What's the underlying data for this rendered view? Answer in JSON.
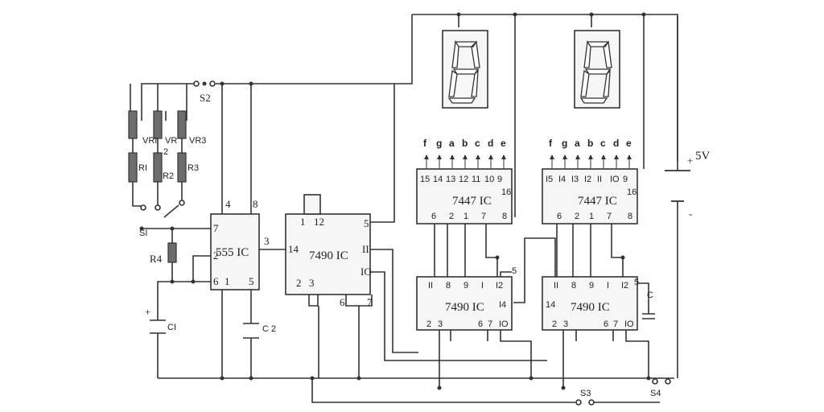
{
  "components": {
    "vr1": "VRI",
    "vr2a": "VR",
    "vr2b": "2",
    "vr3": "VR3",
    "r1": "RI",
    "r2": "R2",
    "r3": "R3",
    "r4": "R4",
    "s1": "SI",
    "s2": "S2",
    "s3": "S3",
    "s4": "S4",
    "c1": "CI",
    "c2": "C 2",
    "c3": "C",
    "c1_plus": "+",
    "supply": "5V",
    "supply_plus": "+",
    "supply_minus": "-"
  },
  "ic_555": {
    "label": "555 IC",
    "pin4": "4",
    "pin8": "8",
    "pin7": "7",
    "pin2": "2",
    "pin6": "6",
    "pin1": "1",
    "pin5": "5",
    "pin3": "3"
  },
  "ic_7490_main": {
    "label": "7490 IC",
    "pin14": "14",
    "pin1": "1",
    "pin12": "12",
    "pin5": "5",
    "pin11": "II",
    "pin10": "IO",
    "pin2": "2",
    "pin3": "3",
    "pin6": "6",
    "pin7": "7"
  },
  "decoder_left": {
    "label": "7447 IC",
    "outputs": [
      "f",
      "g",
      "a",
      "b",
      "c",
      "d",
      "e"
    ],
    "top_pins": [
      "15",
      "14",
      "13",
      "12",
      "11",
      "10",
      "9"
    ],
    "pin16": "16",
    "bottom_pins": [
      "6",
      "2",
      "1",
      "7",
      "8"
    ]
  },
  "decoder_right": {
    "label": "7447 IC",
    "outputs": [
      "f",
      "g",
      "a",
      "b",
      "c",
      "d",
      "e"
    ],
    "top_pins": [
      "I5",
      "I4",
      "I3",
      "I2",
      "II",
      "IO",
      "9"
    ],
    "pin16": "16",
    "bottom_pins": [
      "6",
      "2",
      "1",
      "7",
      "8"
    ]
  },
  "counter_left": {
    "label": "7490 IC",
    "top_pins": [
      "II",
      "8",
      "9",
      "I",
      "I2"
    ],
    "pin14": "I4",
    "pin5": "5",
    "bottom_pins": [
      "2",
      "3",
      "6",
      "7",
      "IO"
    ]
  },
  "counter_right": {
    "label": "7490 IC",
    "top_pins": [
      "II",
      "8",
      "9",
      "I",
      "I2"
    ],
    "pin14": "14",
    "pin5": "5",
    "bottom_pins": [
      "2",
      "3",
      "6",
      "7",
      "IO"
    ]
  }
}
